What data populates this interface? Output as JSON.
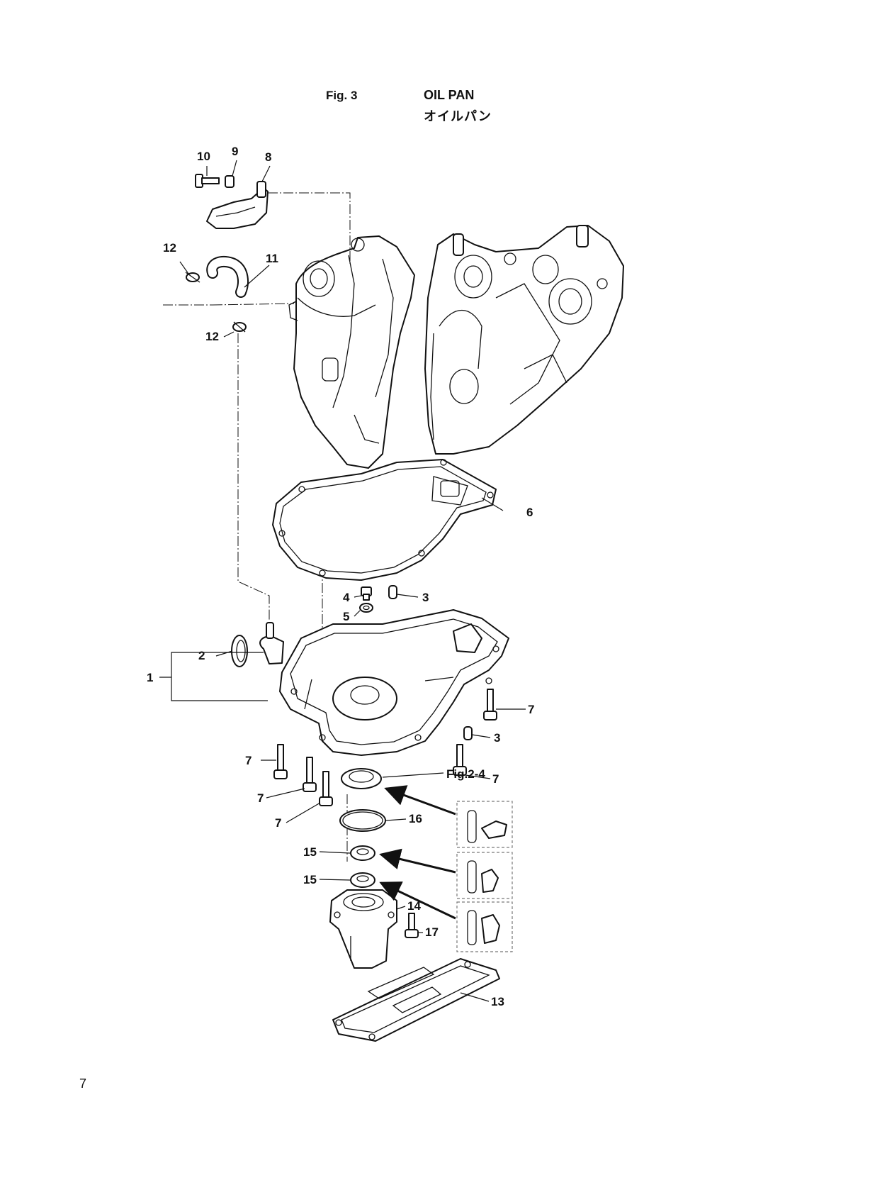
{
  "header": {
    "figure_number": "Fig. 3",
    "title": "OIL PAN",
    "title_jp": "オイルパン"
  },
  "callouts": {
    "p1": "1",
    "p2": "2",
    "p3": "3",
    "p4": "4",
    "p5": "5",
    "p6": "6",
    "p7": "7",
    "p8": "8",
    "p9": "9",
    "p10": "10",
    "p11": "11",
    "p12": "12",
    "p13": "13",
    "p14": "14",
    "p15": "15",
    "p16": "16",
    "p17": "17",
    "figref": "Fig.2-4"
  },
  "footer": {
    "page_number": "7"
  }
}
